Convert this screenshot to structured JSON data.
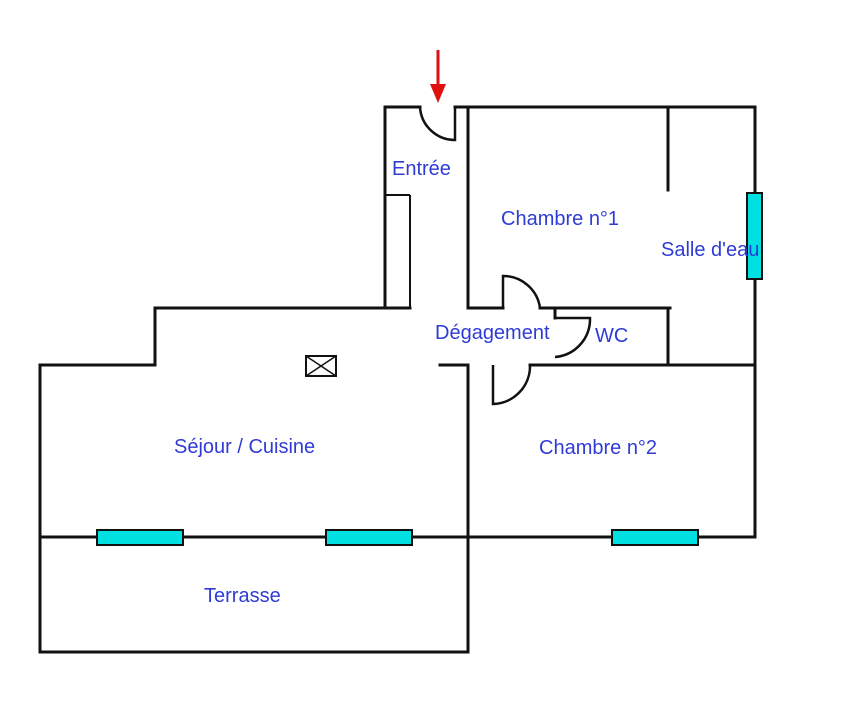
{
  "colors": {
    "wall": "#111111",
    "label": "#2f3bd6",
    "window": "#00e0e0",
    "entry_arrow": "#e01010"
  },
  "icons": {
    "entry": "down-arrow-icon",
    "vent": "ventilation-box-icon"
  },
  "rooms": {
    "entree": "Entrée",
    "chambre1": "Chambre n°1",
    "salle_eau": "Salle d'eau",
    "degagement": "Dégagement",
    "wc": "WC",
    "sejour": "Séjour / Cuisine",
    "chambre2": "Chambre n°2",
    "terrasse": "Terrasse"
  }
}
